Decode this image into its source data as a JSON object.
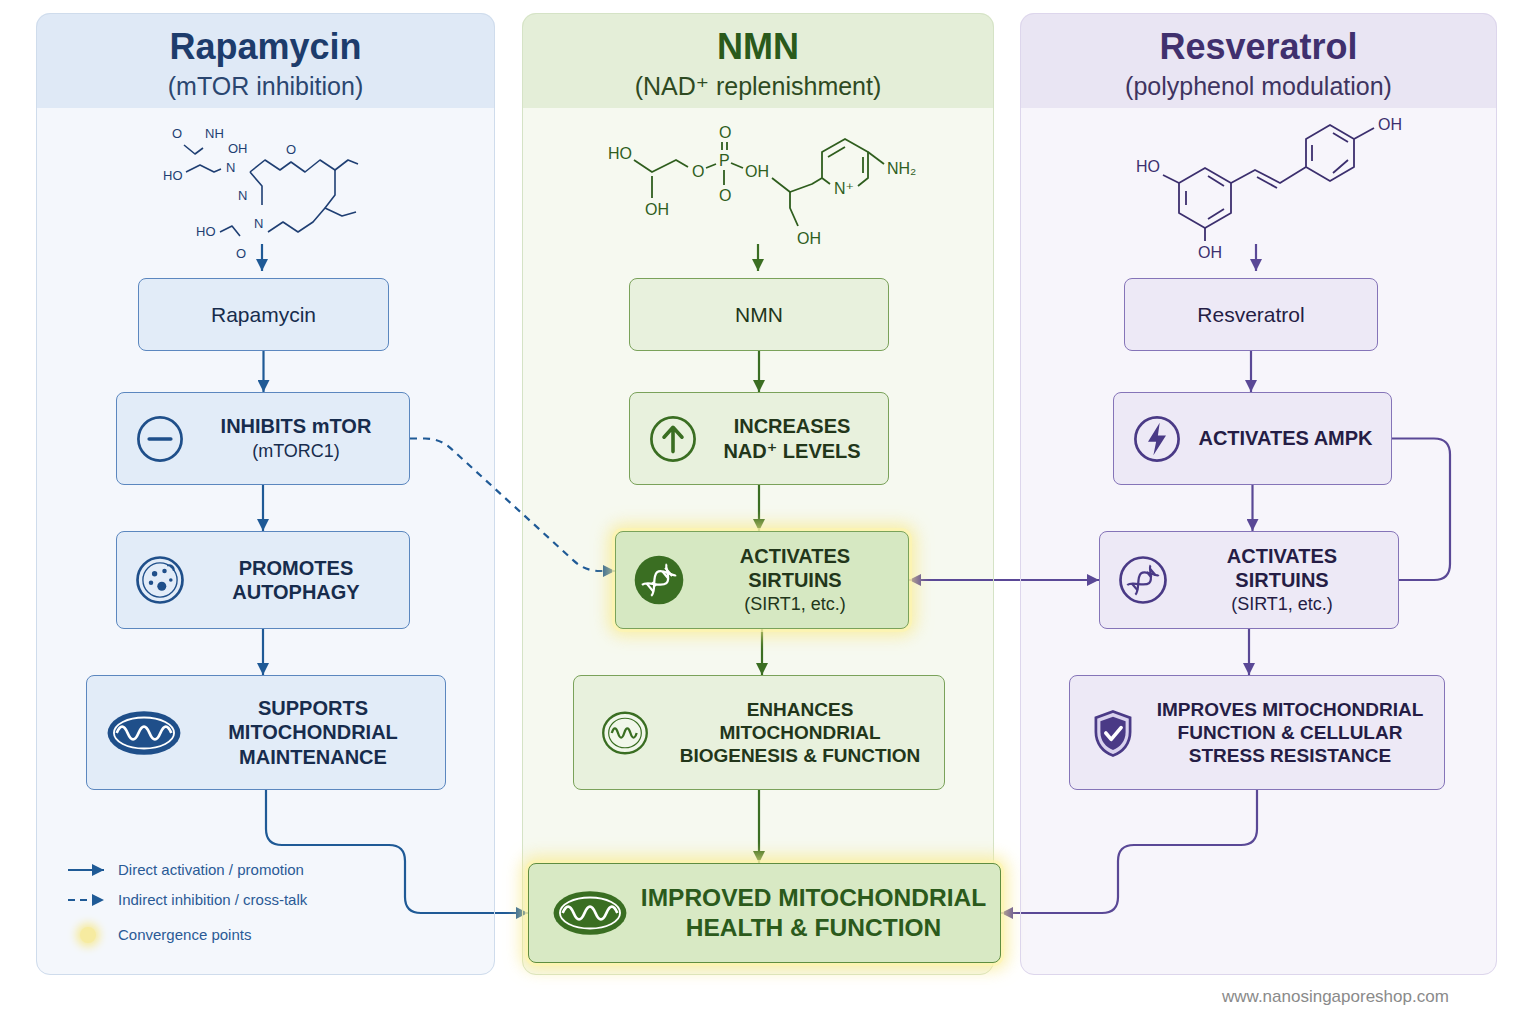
{
  "diagram": {
    "nodes": [
      {
        "text": [
          "Rapamycin",
          "(mTOR inhibition)"
        ]
      },
      {
        "text": [
          "Rapamycin"
        ],
        "in": 0
      },
      {
        "text": [
          "INHIBITS mTOR",
          "(mTORC1)"
        ],
        "in": 0
      },
      {
        "text": [
          "PROMOTES AUTOPHAGY"
        ],
        "in": 0
      },
      {
        "text": [
          "SUPPORTS MITOCHONDRIAL MAINTENANCE"
        ],
        "in": 0
      },
      {
        "text": [
          "NMN",
          "(NAD⁺ replenishment)"
        ]
      },
      {
        "text": [
          "NMN"
        ],
        "in": 5
      },
      {
        "text": [
          "INCREASES NAD⁺ LEVELS"
        ],
        "in": 5
      },
      {
        "text": [
          "ACTIVATES SIRTUINS",
          "(SIRT1, etc.)"
        ],
        "in": 5
      },
      {
        "text": [
          "ENHANCES MITOCHONDRIAL BIOGENESIS & FUNCTION"
        ],
        "in": 5
      },
      {
        "text": [
          "IMPROVED MITOCHONDRIAL HEALTH & FUNCTION"
        ],
        "in": 5
      },
      {
        "text": [
          "Resveratrol",
          "(polyphenol modulation)"
        ]
      },
      {
        "text": [
          "Resveratrol"
        ],
        "in": 11
      },
      {
        "text": [
          "ACTIVATES AMPK"
        ],
        "in": 11
      },
      {
        "text": [
          "ACTIVATES SIRTUINS",
          "(SIRT1, etc.)"
        ],
        "in": 11
      },
      {
        "text": [
          "IMPROVES MITOCHONDRIAL FUNCTION & CELLULAR STRESS RESISTANCE"
        ],
        "in": 11
      }
    ],
    "edges": [
      {
        "from": 1,
        "to": 2,
        "arrow": "to"
      },
      {
        "from": 2,
        "to": 3,
        "arrow": "to"
      },
      {
        "from": 3,
        "to": 4,
        "arrow": "to"
      },
      {
        "from": 4,
        "to": 10,
        "arrow": "to"
      },
      {
        "from": 2,
        "to": 8,
        "arrow": "to"
      },
      {
        "from": 6,
        "to": 7,
        "arrow": "to"
      },
      {
        "from": 7,
        "to": 8,
        "arrow": "to"
      },
      {
        "from": 8,
        "to": 9,
        "arrow": "to"
      },
      {
        "from": 9,
        "to": 10,
        "arrow": "to"
      },
      {
        "from": 8,
        "to": 14,
        "arrow": "both"
      },
      {
        "from": 12,
        "to": 13,
        "arrow": "to"
      },
      {
        "from": 13,
        "to": 14,
        "arrow": "to"
      },
      {
        "from": 13,
        "to": 14,
        "arrow": "none"
      },
      {
        "from": 14,
        "to": 15,
        "arrow": "to"
      },
      {
        "from": 15,
        "to": 10,
        "arrow": "to"
      }
    ],
    "labels": [
      "O",
      "NH",
      "OH",
      "HO",
      "N",
      "O",
      "N",
      "HO",
      "O",
      "N",
      "HO",
      "OH",
      "O",
      "O",
      "P",
      "OH",
      "O",
      "N⁺",
      "NH₂",
      "OH",
      "HO",
      "OH",
      "OH",
      "www.nanosingaporeshop.com"
    ],
    "legend": [
      {
        "text": "Direct activation / promotion"
      },
      {
        "text": "Indirect inhibition / cross-talk"
      },
      {
        "text": "Convergence points",
        "color": "#f6eba0"
      }
    ]
  }
}
